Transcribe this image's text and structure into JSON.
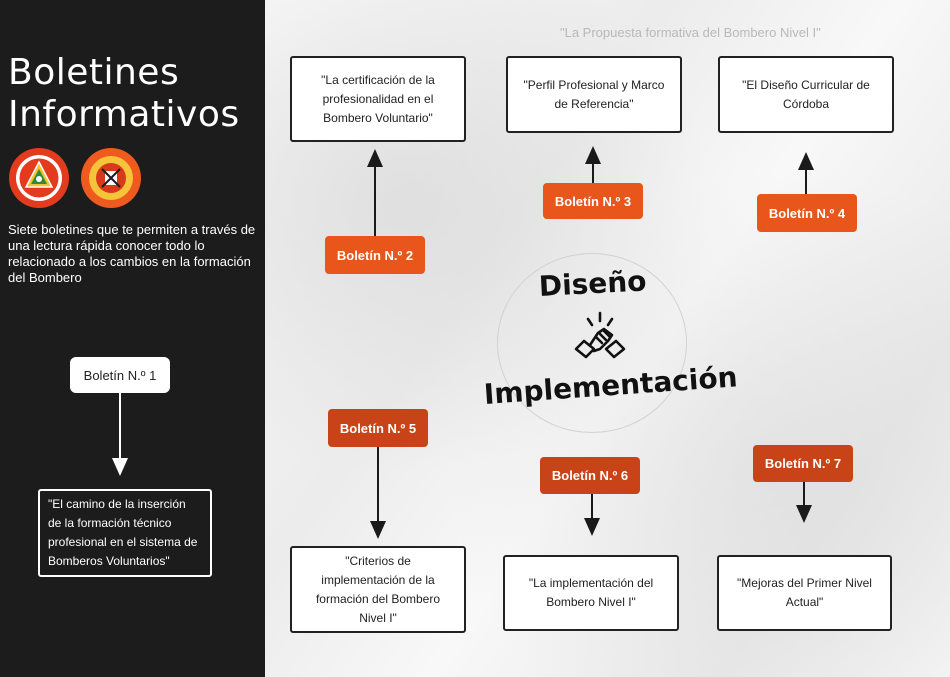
{
  "sidebar": {
    "title_line1": "Boletines",
    "title_line2": "Informativos",
    "intro": "Siete boletines que te permiten a través de una lectura rápida conocer todo lo relacionado a los cambios en la formación del Bombero",
    "logo1_icon": "firefighter-federation-seal",
    "logo2_icon": "firefighter-academy-seal",
    "boletin1_label": "Boletín N.º 1",
    "boletin1_text": "\"El camino de la inserción de la formación técnico profesional en el sistema de Bomberos Voluntarios\""
  },
  "header_quote": "\"La Propuesta formativa del Bombero Nivel I\"",
  "center": {
    "word_top": "Diseño",
    "word_bottom": "Implementación",
    "icon": "handshake-icon"
  },
  "boletines": {
    "b2": {
      "label": "Boletín N.º 2",
      "text": "\"La certificación de la profesionalidad en el Bombero Voluntario\""
    },
    "b3": {
      "label": "Boletín N.º 3",
      "text": "\"Perfil Profesional y Marco de Referencia\""
    },
    "b4": {
      "label": "Boletín N.º 4",
      "text": "\"El Diseño Curricular de Córdoba"
    },
    "b5": {
      "label": "Boletín N.º 5",
      "text": "\"Criterios de implementación de la formación del  Bombero Nivel I\""
    },
    "b6": {
      "label": "Boletín N.º 6",
      "text": "\"La implementación del Bombero Nivel I\""
    },
    "b7": {
      "label": "Boletín N.º 7",
      "text": "\"Mejoras del Primer Nivel Actual\""
    }
  },
  "colors": {
    "sidebar_bg": "#1c1c1c",
    "badge_orange": "#e8561b",
    "badge_rust": "#c84418",
    "text_dark": "#222222"
  }
}
